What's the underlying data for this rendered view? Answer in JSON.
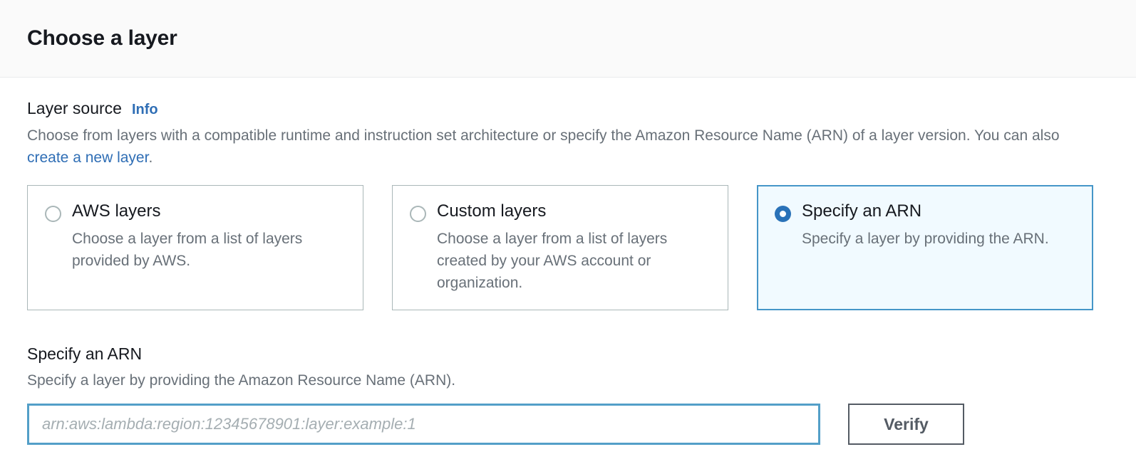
{
  "header": {
    "title": "Choose a layer"
  },
  "layer_source": {
    "label": "Layer source",
    "info_link": "Info",
    "description_before_link": "Choose from layers with a compatible runtime and instruction set architecture or specify the Amazon Resource Name (ARN) of a layer version. You can also ",
    "link_text": "create a new layer",
    "description_after_link": ".",
    "options": [
      {
        "title": "AWS layers",
        "description": "Choose a layer from a list of layers provided by AWS.",
        "selected": false
      },
      {
        "title": "Custom layers",
        "description": "Choose a layer from a list of layers created by your AWS account or organization.",
        "selected": false
      },
      {
        "title": "Specify an ARN",
        "description": "Specify a layer by providing the ARN.",
        "selected": true
      }
    ]
  },
  "arn_section": {
    "title": "Specify an ARN",
    "description": "Specify a layer by providing the Amazon Resource Name (ARN).",
    "input_value": "",
    "input_placeholder": "arn:aws:lambda:region:12345678901:layer:example:1",
    "verify_label": "Verify"
  },
  "colors": {
    "accent_blue": "#2a72b8",
    "link_blue": "#2f6eb5",
    "selected_border": "#4596c8",
    "selected_background": "#f1faff",
    "focus_border": "#539fc8",
    "button_border": "#545b64",
    "text_primary": "#16191f",
    "text_secondary": "#687078",
    "card_border": "#aab7b8"
  }
}
